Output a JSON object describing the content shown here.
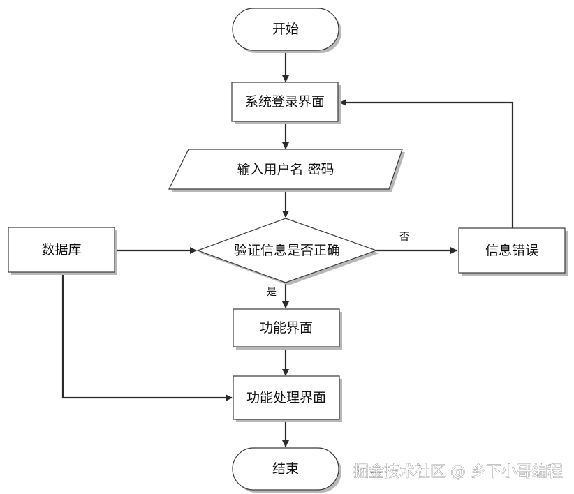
{
  "diagram": {
    "nodes": {
      "start": "开始",
      "login_screen": "系统登录界面",
      "input_credentials": "输入用户名 密码",
      "verify": "验证信息是否正确",
      "database": "数据库",
      "info_error": "信息错误",
      "function_screen": "功能界面",
      "function_processing": "功能处理界面",
      "end": "结束"
    },
    "edge_labels": {
      "no": "否",
      "yes": "是"
    }
  },
  "watermark": "掘金技术社区 @ 乡下小哥编程"
}
